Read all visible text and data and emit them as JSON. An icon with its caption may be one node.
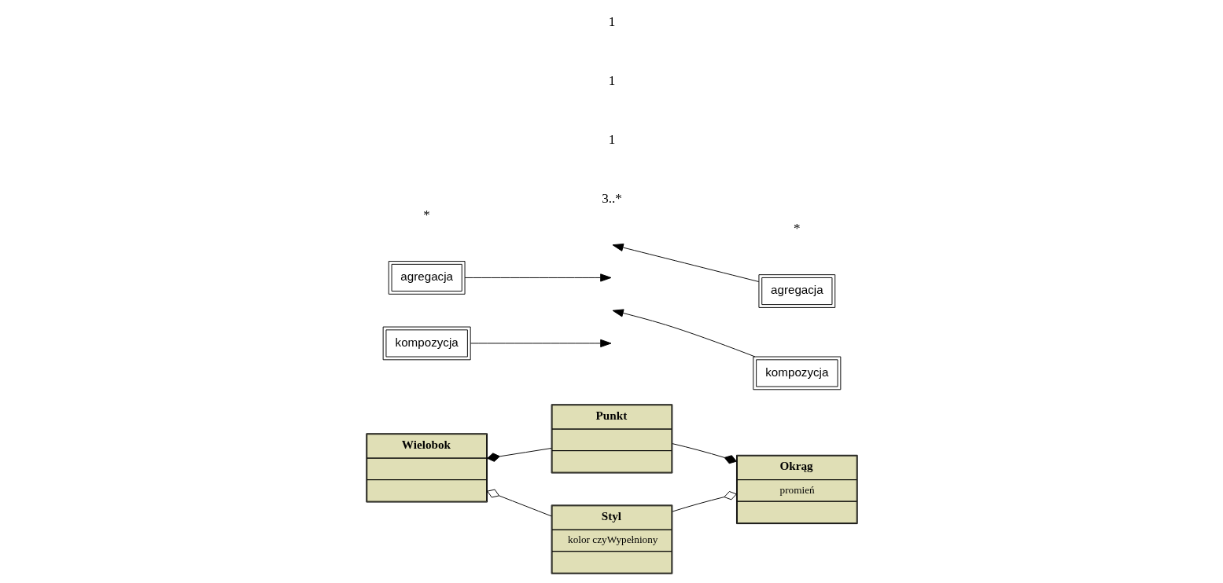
{
  "diagram": {
    "nodes": [
      {
        "text": [
          "Punkt"
        ]
      },
      {
        "text": [
          "Wielobok"
        ]
      },
      {
        "text": [
          "Okrąg",
          "promień"
        ]
      },
      {
        "text": [
          "Styl",
          "kolor czyWypełniony"
        ]
      },
      {
        "text": [
          "kompozycja"
        ]
      },
      {
        "text": [
          "kompozycja"
        ]
      },
      {
        "text": [
          "agregacja"
        ]
      },
      {
        "text": [
          "agregacja"
        ]
      }
    ],
    "edges": [
      {
        "from": 1,
        "to": 0,
        "arrow": "other"
      },
      {
        "from": 1,
        "to": 3,
        "arrow": "other"
      },
      {
        "from": 2,
        "to": 0,
        "arrow": "other"
      },
      {
        "from": 2,
        "to": 3,
        "arrow": "other"
      },
      {
        "from": 4,
        "to": null,
        "arrow": "to"
      },
      {
        "from": 5,
        "to": null,
        "arrow": "to"
      },
      {
        "from": 6,
        "to": null,
        "arrow": "to"
      },
      {
        "from": 7,
        "to": null,
        "arrow": "to"
      }
    ],
    "labels": [
      "3..*",
      "1",
      "*",
      "*",
      "1",
      "1"
    ]
  }
}
